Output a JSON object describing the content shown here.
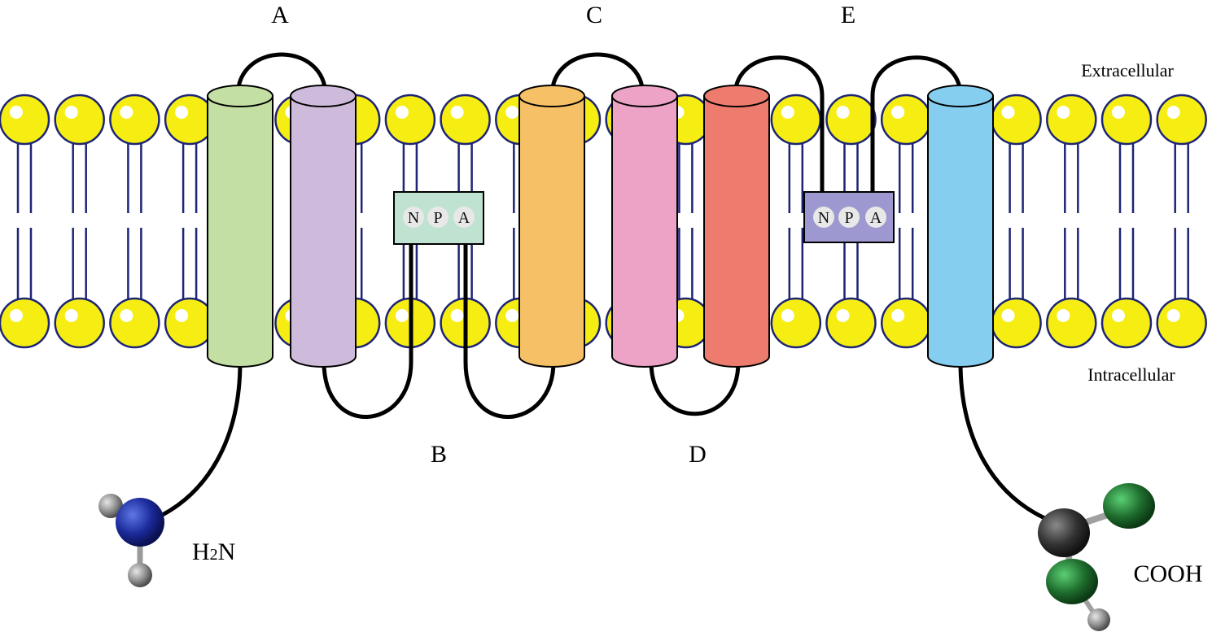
{
  "loop_labels": {
    "a": "A",
    "b": "B",
    "c": "C",
    "d": "D",
    "e": "E"
  },
  "region_labels": {
    "extracellular": "Extracellular",
    "intracellular": "Intracellular"
  },
  "termini": {
    "n_prefix": "H",
    "n_subscript": "2",
    "n_suffix": "N",
    "c_terminus": "COOH"
  },
  "npa_motif": {
    "letters": [
      "N",
      "P",
      "A"
    ],
    "box_colors": [
      "#bfe3d0",
      "#9d98cf"
    ]
  },
  "helix_colors": [
    "#c3dfa4",
    "#cebbdc",
    "#f6c166",
    "#eca3c6",
    "#ed7b6e",
    "#86cef0"
  ],
  "colors": {
    "lipid_head": "#f6ee13",
    "lipid_outline": "#1d2574",
    "loop": "#000000",
    "nitrogen": "#1b2a9a",
    "carbon": "#3a3a3a",
    "oxygen": "#1f6e2e",
    "hydrogen": "#9a9a9a"
  }
}
